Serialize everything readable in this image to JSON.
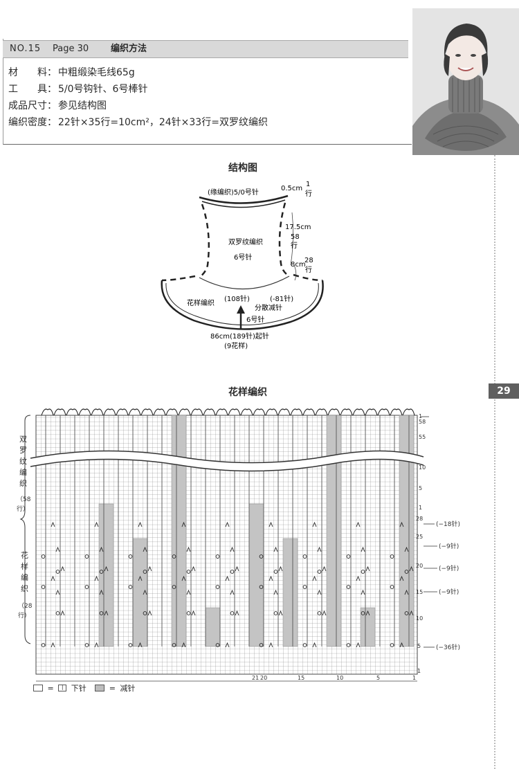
{
  "header": {
    "no_label": "NO.15",
    "page_label": "Page 30",
    "method_label": "编织方法"
  },
  "info": [
    {
      "key": "材　　料：",
      "value": "中粗缎染毛线65g"
    },
    {
      "key": "工　　具：",
      "value": "5/0号钩针、6号棒针"
    },
    {
      "key": "成品尺寸：",
      "value": "参见结构图"
    },
    {
      "key": "编织密度：",
      "value": "22针×35行=10cm²，24针×33行=双罗纹编织"
    }
  ],
  "page_number": "29",
  "diagram": {
    "title": "结构图",
    "edge_label": "(缘编织)5/0号针",
    "edge_cm": "0.5cm",
    "edge_rows": "1",
    "edge_rows_unit": "行",
    "rib_name": "双罗纹编织",
    "rib_needle": "6号针",
    "rib_cm": "17.5cm",
    "rib_rows": "58",
    "rib_rows_unit": "行",
    "pattern_cm": "8cm",
    "pattern_rows": "28",
    "pattern_rows_unit": "行",
    "pattern_name": "花样编织",
    "pattern_stitches": "(108针)",
    "decrease_count": "(-81针)",
    "decrease_text": "分散减针",
    "pattern_needle": "6号针",
    "cast_on": "86cm(189针)起针",
    "repeats": "(9花样)"
  },
  "chart": {
    "title": "花样编织",
    "left_labels": {
      "rib_chars": [
        "双",
        "罗",
        "纹",
        "编",
        "织"
      ],
      "rib_rows": "（58",
      "rib_rows_unit": "行）",
      "pattern_chars": [
        "花",
        "样",
        "编",
        "织"
      ],
      "pattern_rows": "（28",
      "pattern_rows_unit": "行）"
    },
    "row_numbers_top": [
      "1",
      "58",
      "55"
    ],
    "row_numbers": [
      "10",
      "5",
      "1",
      "28",
      "25",
      "20",
      "15",
      "10",
      "5",
      "1"
    ],
    "decrease_annotations": [
      "(−18针)",
      "(−9针)",
      "(−9针)",
      "(−9针)",
      "(−36针)"
    ],
    "col_numbers": [
      "21",
      "20",
      "15",
      "10",
      "5",
      "1"
    ]
  },
  "legend": {
    "knit_eq": "=",
    "knit_symbol": "丨",
    "knit_label": "下针",
    "dec_eq": "=",
    "dec_label": "减针"
  }
}
